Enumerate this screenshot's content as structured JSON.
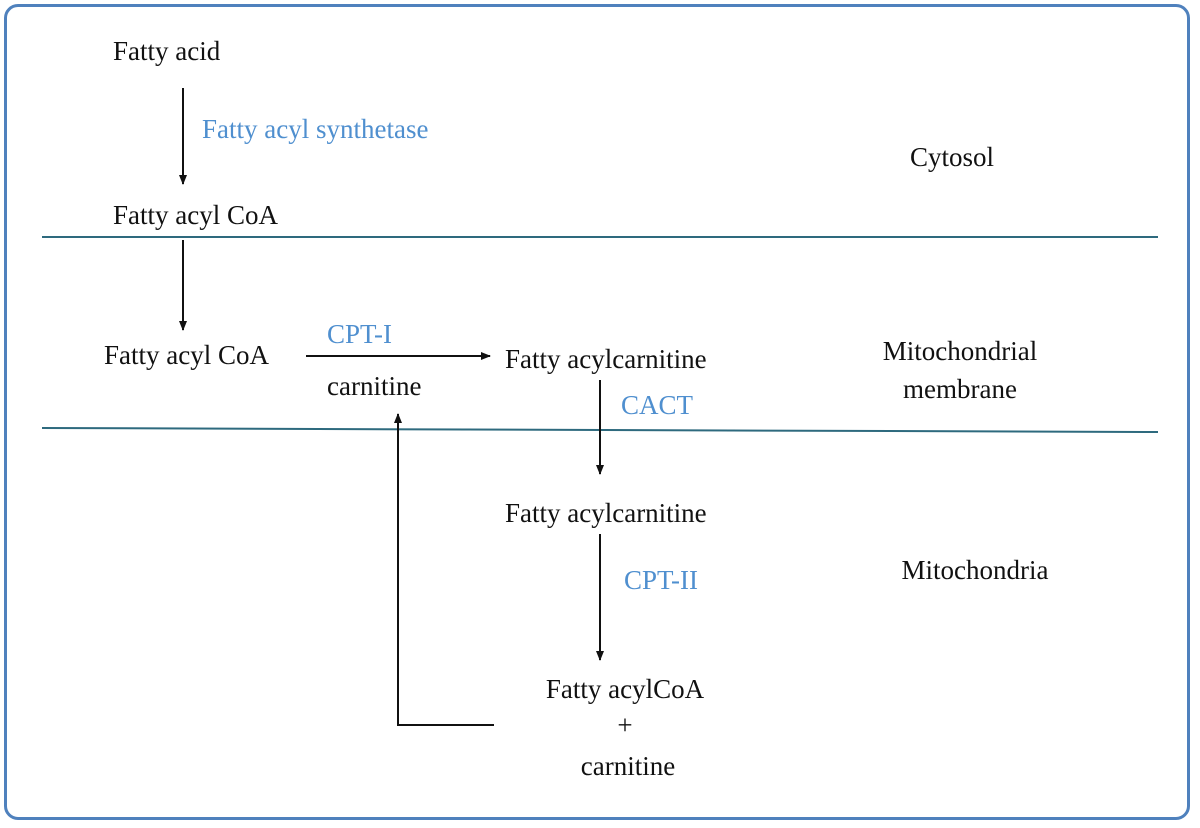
{
  "colors": {
    "frame": "#4f81bd",
    "membrane_line": "#2e6a7e",
    "enzyme_text": "#4f8fcf",
    "text": "#111111"
  },
  "compartments": {
    "cytosol": "Cytosol",
    "membrane_line1": "Mitochondrial",
    "membrane_line2": "membrane",
    "mitochondria": "Mitochondria"
  },
  "molecules": {
    "fatty_acid": "Fatty acid",
    "fatty_acyl_coa_cytosol": "Fatty acyl CoA",
    "fatty_acyl_coa_membrane": "Fatty acyl CoA",
    "carnitine_membrane": "carnitine",
    "fatty_acylcarnitine_membrane": "Fatty acylcarnitine",
    "fatty_acylcarnitine_matrix": "Fatty acylcarnitine",
    "fatty_acylcoa_matrix": "Fatty acylCoA",
    "plus": "+",
    "carnitine_matrix": "carnitine"
  },
  "enzymes": {
    "synthetase": "Fatty acyl synthetase",
    "cpt1": "CPT-I",
    "cact": "CACT",
    "cpt2": "CPT-II"
  }
}
